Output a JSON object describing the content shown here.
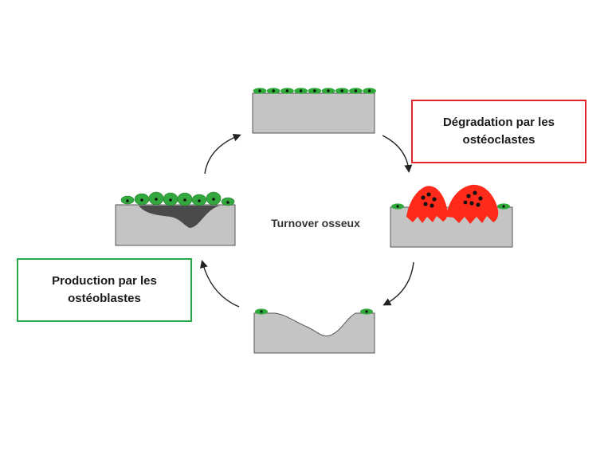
{
  "diagram": {
    "center_label": "Turnover osseux",
    "degradation_label": "Dégradation par les\nostéoclastes",
    "production_label": "Production par les\nostéoblastes",
    "colors": {
      "bone": "#c4c4c4",
      "bone_outline": "#555555",
      "lining_cell": "#2faa3a",
      "osteoblast": "#33a83f",
      "osteoclast": "#ff2a1a",
      "nucleus": "#111111",
      "new_matrix": "#4a4a4a",
      "degradation_border": "#e0262b",
      "production_border": "#27a84a",
      "arrow": "#222222"
    },
    "stages": [
      {
        "id": "resting",
        "icon": "resting-bone-icon"
      },
      {
        "id": "resorption",
        "icon": "osteoclast-resorption-icon"
      },
      {
        "id": "reversal",
        "icon": "resorption-pit-icon"
      },
      {
        "id": "formation",
        "icon": "osteoblast-formation-icon"
      }
    ]
  }
}
